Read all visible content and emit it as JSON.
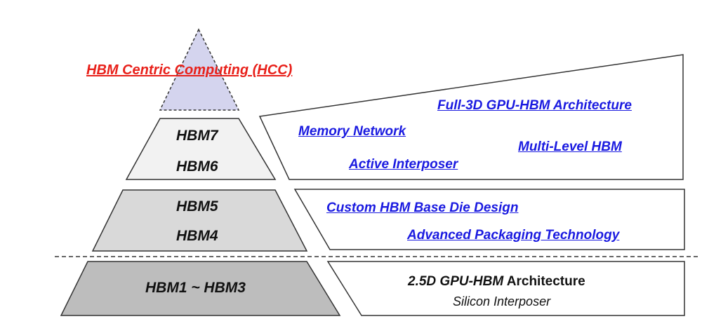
{
  "colors": {
    "red": "#e8201a",
    "blue": "#1a1ae0",
    "apex_fill": "#d4d4ee",
    "tier_fill_top": "#f2f2f2",
    "tier_fill_mid": "#d9d9d9",
    "tier_fill_base": "#bdbdbd"
  },
  "pyramid": {
    "apex": {
      "label": "HBM Centric Computing (HCC)"
    },
    "tiers": [
      {
        "id": "top",
        "labels": [
          "HBM7",
          "HBM6"
        ]
      },
      {
        "id": "mid",
        "labels": [
          "HBM5",
          "HBM4"
        ]
      },
      {
        "id": "base",
        "labels": [
          "HBM1 ~ HBM3"
        ]
      }
    ]
  },
  "panels": {
    "top": {
      "items": [
        "Full-3D GPU-HBM Architecture",
        "Memory Network",
        "Multi-Level HBM",
        "Active Interposer"
      ]
    },
    "mid": {
      "items": [
        "Custom HBM Base Die Design",
        "Advanced Packaging Technology"
      ]
    },
    "base": {
      "title_italic": "2.5D GPU-HBM",
      "title_rest": " Architecture",
      "subtitle": "Silicon Interposer"
    }
  }
}
